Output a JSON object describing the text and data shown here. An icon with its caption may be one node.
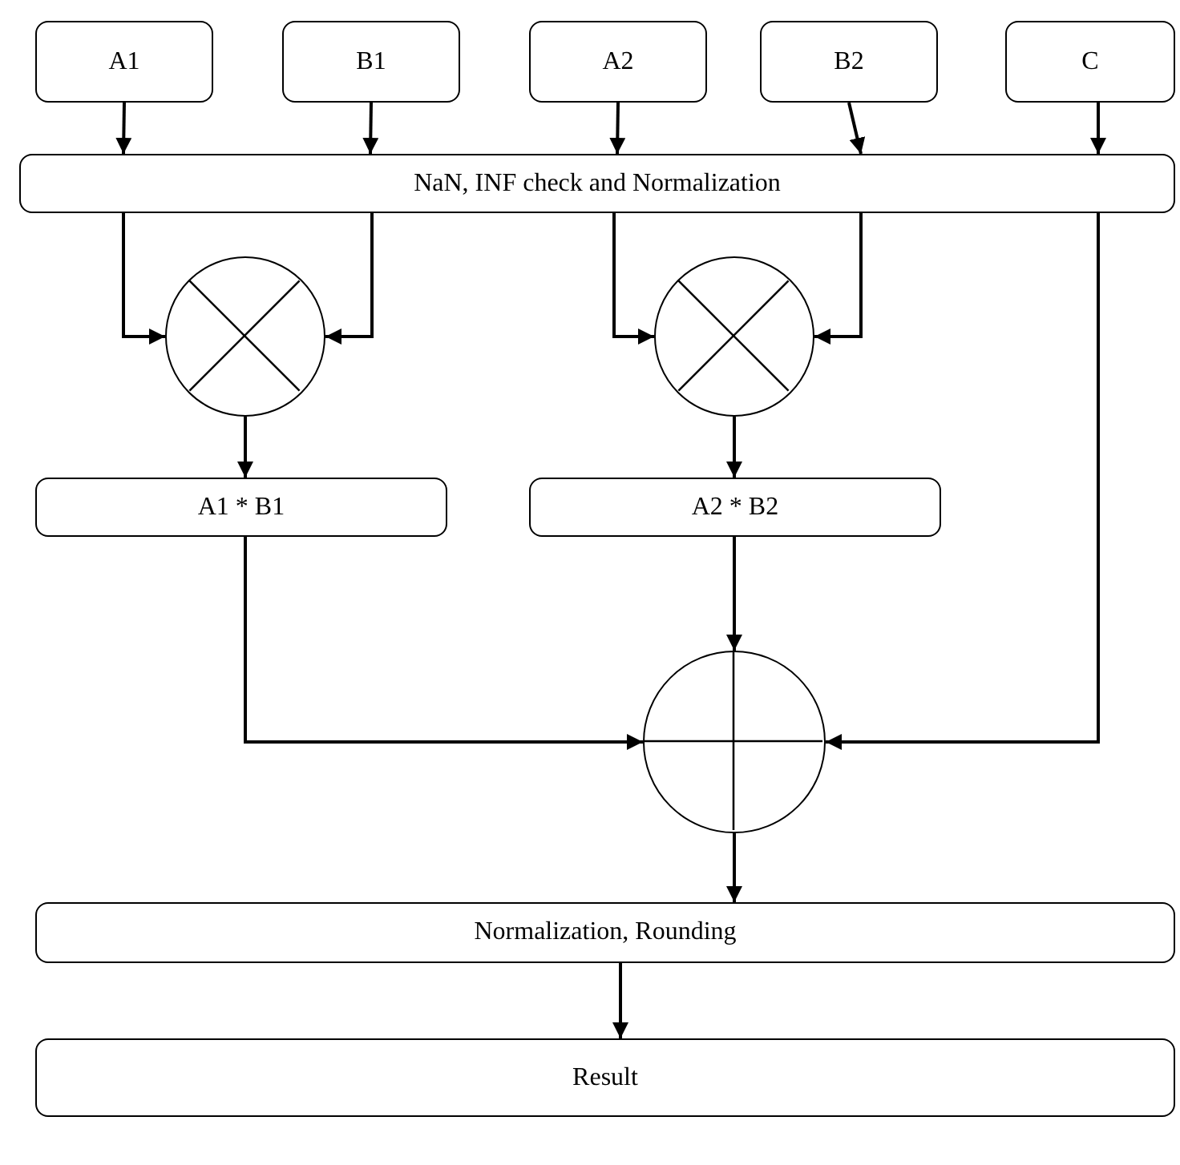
{
  "diagram": {
    "nodes": [
      {
        "text": [
          "A1"
        ]
      },
      {
        "text": [
          "B1"
        ]
      },
      {
        "text": [
          "A2"
        ]
      },
      {
        "text": [
          "B2"
        ]
      },
      {
        "text": [
          "C"
        ]
      },
      {
        "text": [
          "NaN, INF check and Normalization"
        ]
      },
      {
        "text": [],
        "shape": "circle"
      },
      {
        "text": [],
        "shape": "circle"
      },
      {
        "text": [
          "A1 * B1"
        ]
      },
      {
        "text": [
          "A2 * B2"
        ]
      },
      {
        "text": [],
        "shape": "circle"
      },
      {
        "text": [
          "Normalization, Rounding"
        ]
      },
      {
        "text": [
          "Result"
        ]
      }
    ],
    "edges": [
      {
        "from": 0,
        "to": 5,
        "arrow": "to"
      },
      {
        "from": 1,
        "to": 5,
        "arrow": "to"
      },
      {
        "from": 2,
        "to": 5,
        "arrow": "to"
      },
      {
        "from": 3,
        "to": 5,
        "arrow": "to"
      },
      {
        "from": 4,
        "to": 5,
        "arrow": "to"
      },
      {
        "from": 5,
        "to": 6,
        "arrow": "to"
      },
      {
        "from": 5,
        "to": 6,
        "arrow": "to"
      },
      {
        "from": 5,
        "to": 7,
        "arrow": "to"
      },
      {
        "from": 5,
        "to": 7,
        "arrow": "to"
      },
      {
        "from": 6,
        "to": 8,
        "arrow": "to"
      },
      {
        "from": 7,
        "to": 9,
        "arrow": "to"
      },
      {
        "from": 8,
        "to": 10,
        "arrow": "to"
      },
      {
        "from": 9,
        "to": 10,
        "arrow": "to"
      },
      {
        "from": 5,
        "to": 10,
        "arrow": "to"
      },
      {
        "from": 10,
        "to": 11,
        "arrow": "to"
      },
      {
        "from": 11,
        "to": 12,
        "arrow": "to"
      }
    ]
  }
}
